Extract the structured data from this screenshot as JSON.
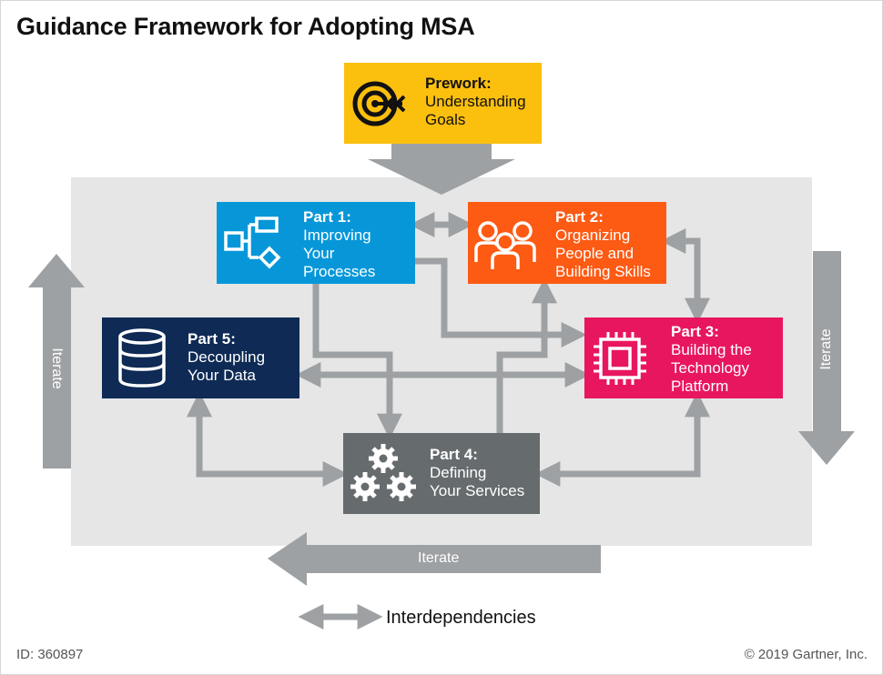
{
  "title": "Guidance Framework for Adopting MSA",
  "boxes": {
    "prework": {
      "heading": "Prework:",
      "lines": [
        "Understanding",
        "Goals"
      ],
      "color": "#fbbf0e"
    },
    "part1": {
      "heading": "Part 1:",
      "lines": [
        "Improving",
        "Your",
        "Processes"
      ],
      "color": "#0797d9"
    },
    "part2": {
      "heading": "Part 2:",
      "lines": [
        "Organizing",
        "People and",
        "Building Skills"
      ],
      "color": "#fd5a14"
    },
    "part3": {
      "heading": "Part 3:",
      "lines": [
        "Building the",
        "Technology",
        "Platform"
      ],
      "color": "#e8165f"
    },
    "part4": {
      "heading": "Part 4:",
      "lines": [
        "Defining",
        "Your Services"
      ],
      "color": "#666b6e"
    },
    "part5": {
      "heading": "Part 5:",
      "lines": [
        "Decoupling",
        "Your Data"
      ],
      "color": "#0e2a55"
    }
  },
  "iterate": {
    "left": "Iterate",
    "right": "Iterate",
    "bottom": "Iterate"
  },
  "legend": {
    "label": "Interdependencies"
  },
  "footer": {
    "id": "ID: 360897",
    "copyright": "© 2019 Gartner, Inc."
  },
  "icons": {
    "prework": "target-icon",
    "part1": "flowchart-icon",
    "part2": "people-group-icon",
    "part3": "chip-icon",
    "part4": "gears-icon",
    "part5": "database-icon"
  },
  "colors": {
    "arrow": "#9ea1a3",
    "panel": "#e6e6e6"
  }
}
